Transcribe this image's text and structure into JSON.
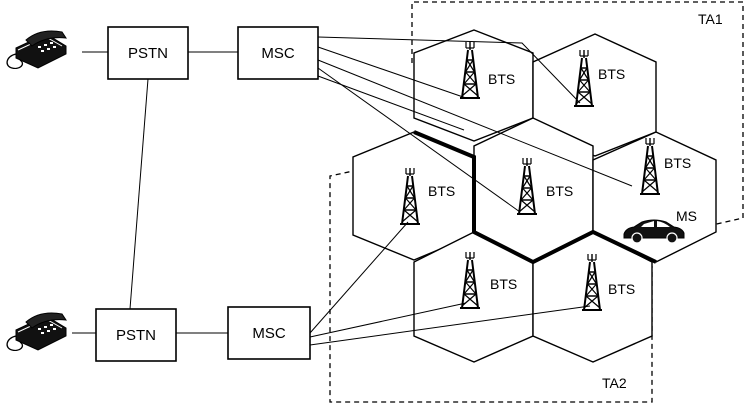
{
  "nodes": {
    "pstn_top": "PSTN",
    "msc_top": "MSC",
    "pstn_bottom": "PSTN",
    "msc_bottom": "MSC"
  },
  "cells": {
    "c1": "BTS",
    "c2": "BTS",
    "c3": "BTS",
    "c4": "BTS",
    "c5": "BTS",
    "c6": "BTS",
    "c7": "BTS"
  },
  "areas": {
    "ta1": "TA1",
    "ta2": "TA2"
  },
  "mobile": {
    "label": "MS"
  },
  "icons": {
    "phone": "telephone-icon",
    "tower": "bts-tower-icon",
    "car": "car-icon"
  }
}
